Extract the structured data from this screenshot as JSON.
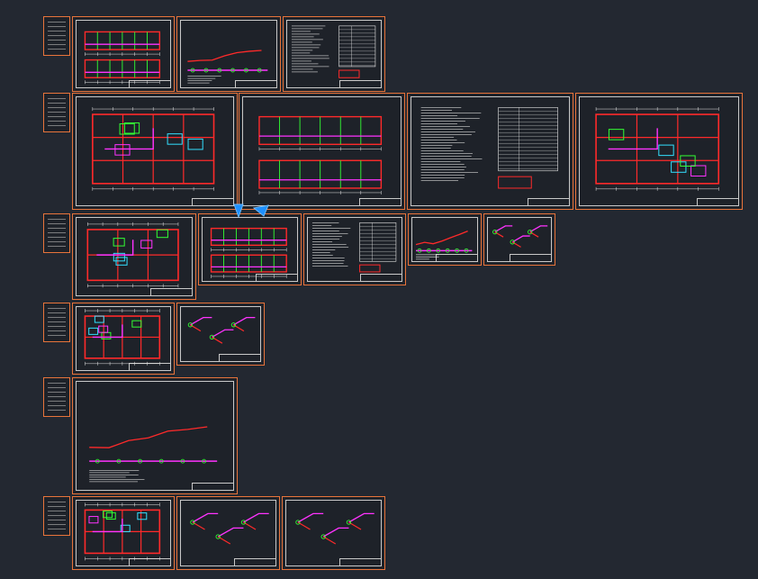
{
  "colors": {
    "background": "#232831",
    "sheet_border": "#e8743b",
    "frame": "#c9c9c9",
    "wall": "#ff2a2a",
    "pipe_green": "#33ff33",
    "pipe_magenta": "#ff33ff",
    "pipe_cyan": "#33e0ff",
    "text": "#e6e6e6",
    "marker": "#1e90ff"
  },
  "drawing_types": [
    "plan",
    "section",
    "notes",
    "pipe-run",
    "axon"
  ],
  "marker_icon": "arrow-pointer-icon"
}
